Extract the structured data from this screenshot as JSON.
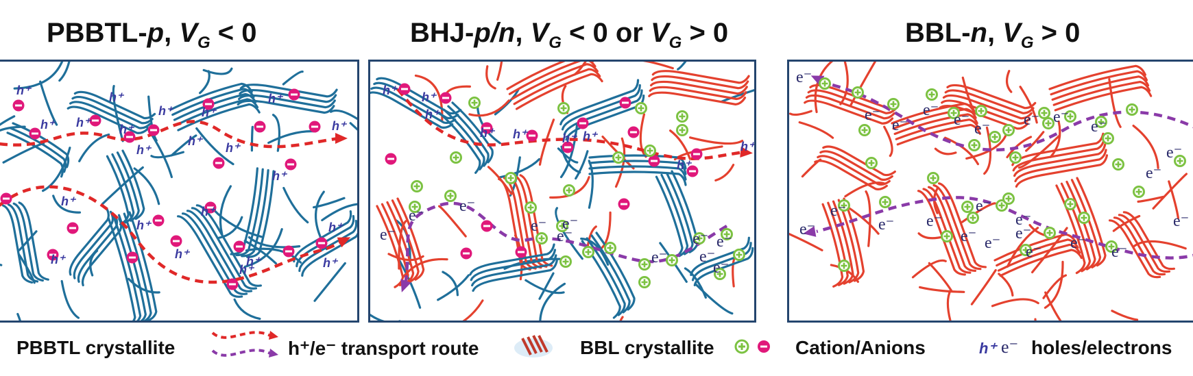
{
  "panels": [
    {
      "title_parts": [
        "PBBTL-",
        "p",
        ", ",
        "V",
        "G",
        " < 0"
      ]
    },
    {
      "title_parts": [
        "BHJ-",
        "p/n",
        ", ",
        "V",
        "G",
        " < 0 or ",
        "V",
        "G",
        " > 0"
      ]
    },
    {
      "title_parts": [
        "BBL-",
        "n",
        ", ",
        "V",
        "G",
        " > 0"
      ]
    }
  ],
  "legend": {
    "pbbtl_label": "PBBTL crystallite",
    "route_label": "h⁺/e⁻ transport route",
    "bbl_label": "BBL crystallite",
    "ion_label": "Cation/Anions",
    "carrier_h": "h⁺",
    "carrier_e": "e⁻",
    "carrier_label": "holes/electrons"
  },
  "symbols": {
    "hole": "h⁺",
    "electron": "e⁻",
    "cation": "+",
    "anion": "−"
  },
  "colors": {
    "pbbtl": "#1f6f9a",
    "bbl": "#e4412e",
    "hole_route": "#e02828",
    "electron_route": "#8a3aa8",
    "cation": "#7cc242",
    "anion": "#e0187a",
    "frame": "#24456e"
  }
}
